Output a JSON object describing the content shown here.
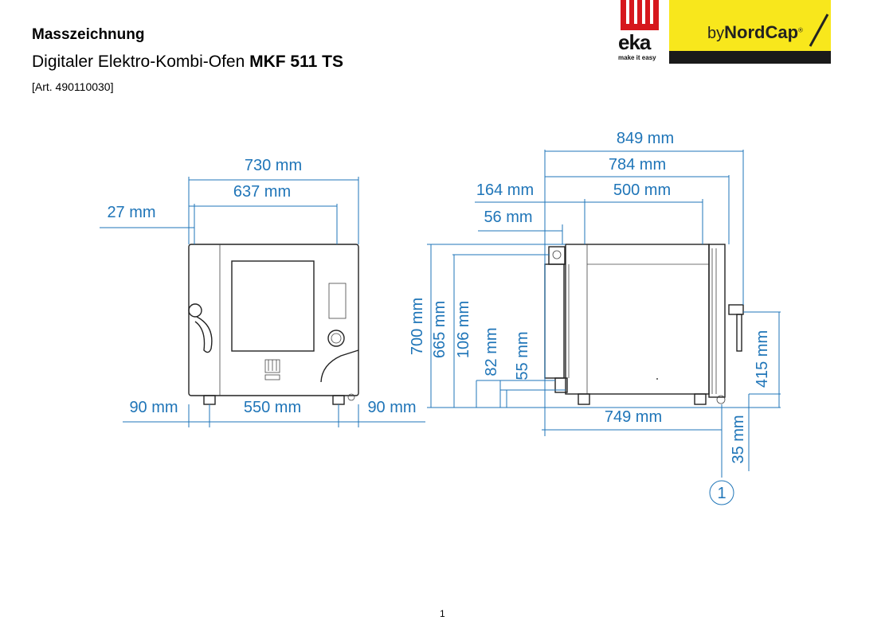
{
  "header": {
    "title": "Masszeichnung",
    "subtitle_prefix": "Digitaler Elektro-Kombi-Ofen",
    "model": "MKF 511 TS",
    "article": "[Art. 490110030]"
  },
  "logo": {
    "eka_text": "eka",
    "eka_tagline": "make it easy",
    "by_text": "by",
    "brand": "NordCap"
  },
  "front_view": {
    "width_total": "730 mm",
    "width_inner": "637 mm",
    "offset_left": "27 mm",
    "foot_spacing": "550 mm",
    "foot_left": "90 mm",
    "foot_right": "90 mm"
  },
  "side_view": {
    "depth_total": "849 mm",
    "depth_body": "784 mm",
    "depth_door": "164 mm",
    "depth_inner": "500 mm",
    "depth_handle": "56 mm",
    "height_total": "700 mm",
    "height_body": "665 mm",
    "h_106": "106 mm",
    "h_82": "82 mm",
    "h_55": "55 mm",
    "h_415": "415 mm",
    "h_35": "35 mm",
    "depth_feet": "749 mm",
    "callout": "1"
  },
  "footer": {
    "page": "1"
  }
}
